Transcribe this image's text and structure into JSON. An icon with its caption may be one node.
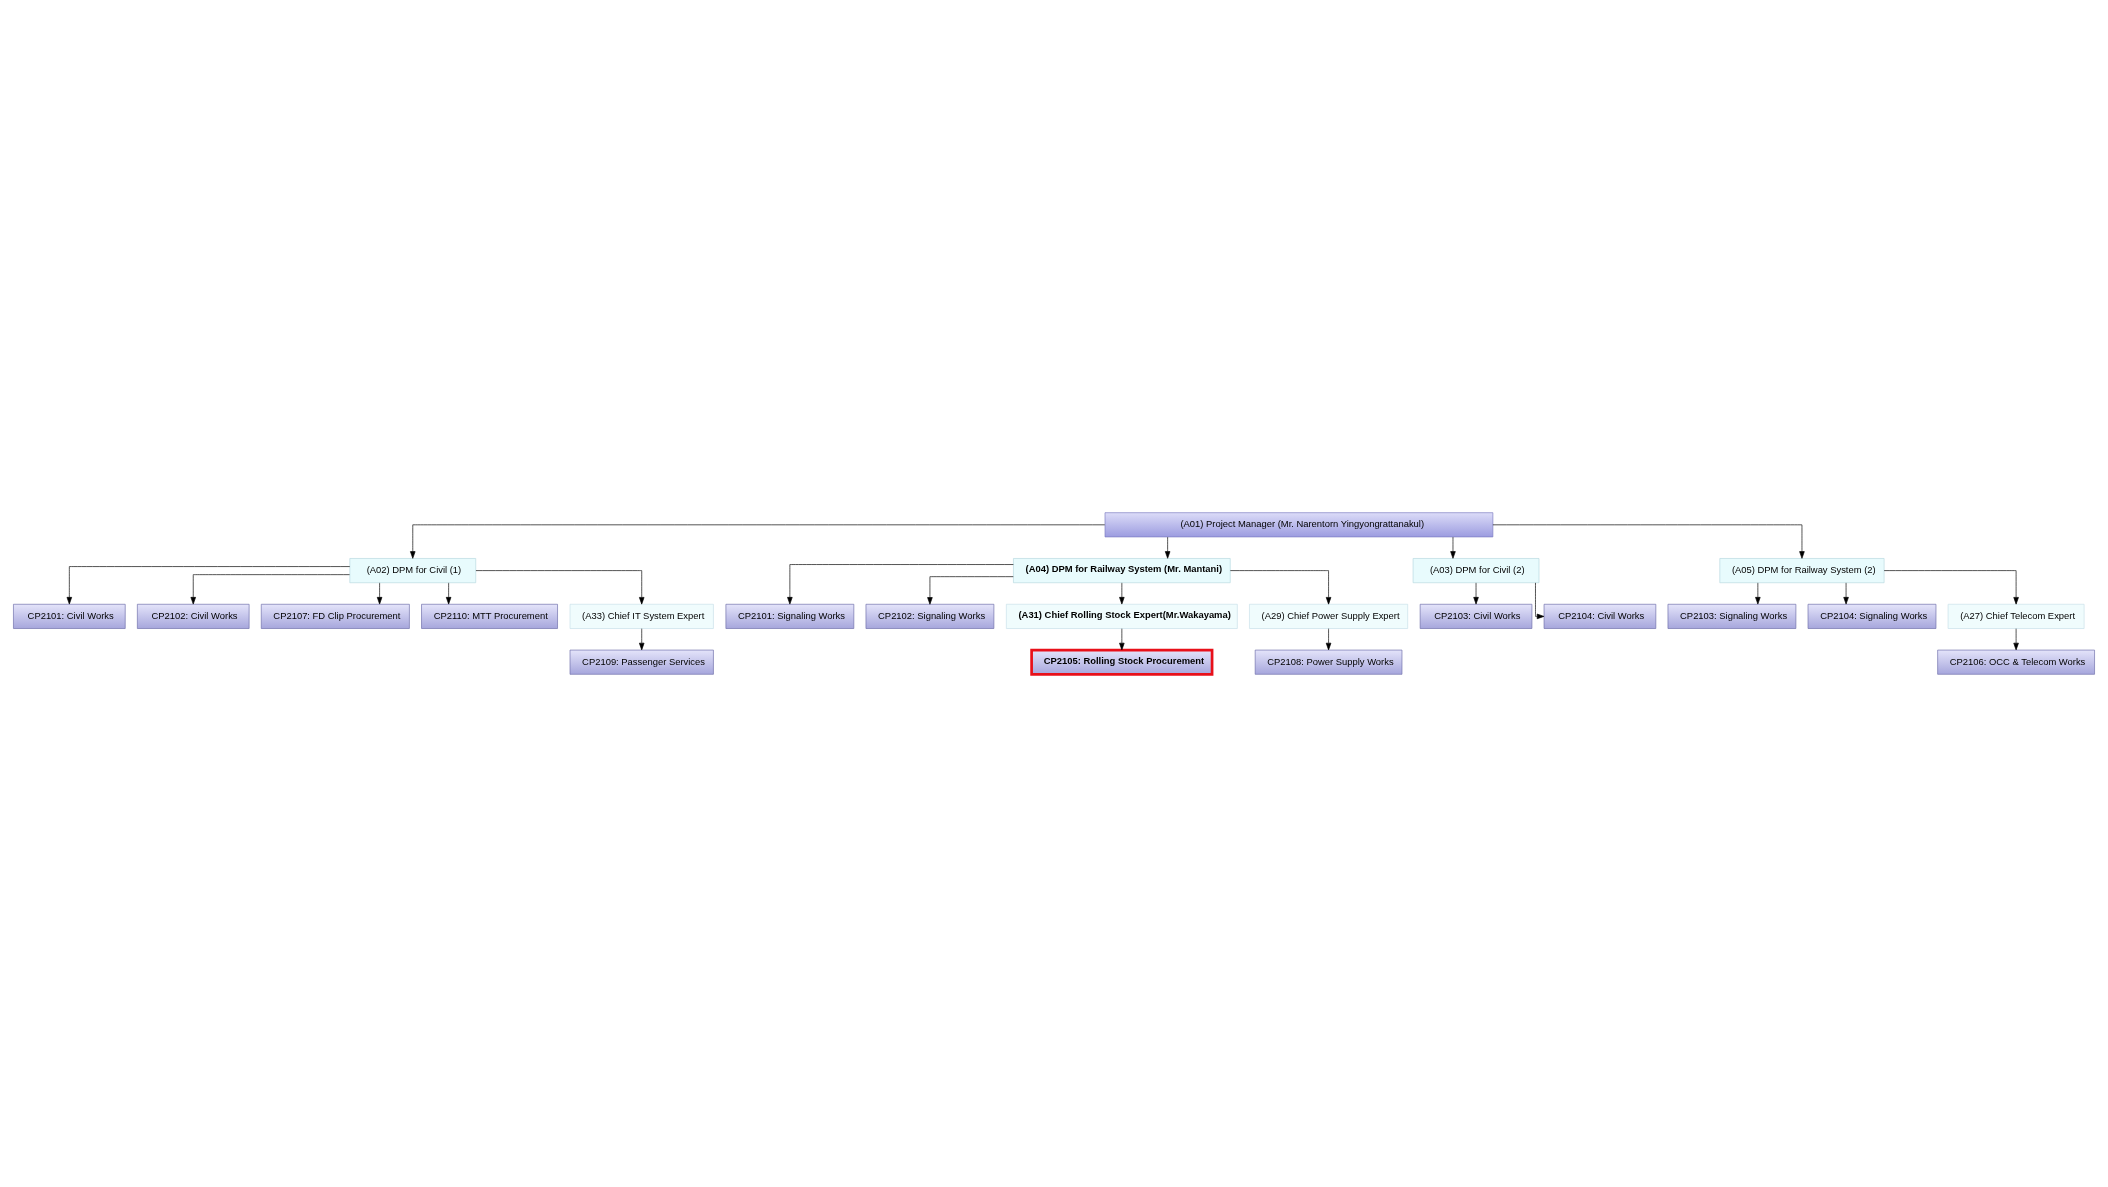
{
  "diagram": {
    "nodes": [
      {
        "text": [
          "(A01) Project Manager (Mr. Narentorn Yingyongrattanakul)"
        ]
      },
      {
        "text": [
          "(A02) DPM for Civil (1)"
        ]
      },
      {
        "text": [
          "(A04) DPM for Railway System (Mr. Mantani)"
        ]
      },
      {
        "text": [
          "(A03) DPM for Civil (2)"
        ]
      },
      {
        "text": [
          "(A05) DPM for Railway System (2)"
        ]
      },
      {
        "text": [
          "CP2101: Civil Works"
        ]
      },
      {
        "text": [
          "CP2102: Civil Works"
        ]
      },
      {
        "text": [
          "CP2107: FD Clip Procurement"
        ]
      },
      {
        "text": [
          "CP2110: MTT Procurement"
        ]
      },
      {
        "text": [
          "(A33) Chief IT System Expert"
        ]
      },
      {
        "text": [
          "CP2109: Passenger Services"
        ]
      },
      {
        "text": [
          "CP2101: Signaling Works"
        ]
      },
      {
        "text": [
          "CP2102: Signaling Works"
        ]
      },
      {
        "text": [
          "(A31) Chief Rolling Stock Expert(Mr.Wakayama)"
        ]
      },
      {
        "text": [
          "CP2105: Rolling Stock Procurement"
        ]
      },
      {
        "text": [
          "(A29) Chief Power Supply Expert"
        ]
      },
      {
        "text": [
          "CP2108: Power Supply Works"
        ]
      },
      {
        "text": [
          "CP2103: Civil Works"
        ]
      },
      {
        "text": [
          "CP2104: Civil Works"
        ]
      },
      {
        "text": [
          "CP2103: Signaling Works"
        ]
      },
      {
        "text": [
          "CP2104: Signaling Works"
        ]
      },
      {
        "text": [
          "(A27) Chief Telecom Expert"
        ]
      },
      {
        "text": [
          "CP2106: OCC & Telecom Works"
        ]
      }
    ],
    "edges": [
      {
        "from": 0,
        "to": 1,
        "arrow": "to"
      },
      {
        "from": 0,
        "to": 2,
        "arrow": "to"
      },
      {
        "from": 0,
        "to": 3,
        "arrow": "to"
      },
      {
        "from": 0,
        "to": 4,
        "arrow": "to"
      },
      {
        "from": 1,
        "to": 5,
        "arrow": "to"
      },
      {
        "from": 1,
        "to": 6,
        "arrow": "to"
      },
      {
        "from": 1,
        "to": 7,
        "arrow": "to"
      },
      {
        "from": 1,
        "to": 8,
        "arrow": "to"
      },
      {
        "from": 1,
        "to": 9,
        "arrow": "to"
      },
      {
        "from": 9,
        "to": 10,
        "arrow": "to"
      },
      {
        "from": 2,
        "to": 11,
        "arrow": "to"
      },
      {
        "from": 2,
        "to": 12,
        "arrow": "to"
      },
      {
        "from": 2,
        "to": 13,
        "arrow": "to"
      },
      {
        "from": 13,
        "to": 14,
        "arrow": "to"
      },
      {
        "from": 2,
        "to": 15,
        "arrow": "to"
      },
      {
        "from": 15,
        "to": 16,
        "arrow": "to"
      },
      {
        "from": 3,
        "to": 17,
        "arrow": "to"
      },
      {
        "from": 3,
        "to": 18,
        "arrow": "to"
      },
      {
        "from": 4,
        "to": 19,
        "arrow": "to"
      },
      {
        "from": 4,
        "to": 20,
        "arrow": "to"
      },
      {
        "from": 4,
        "to": 21,
        "arrow": "to"
      },
      {
        "from": 21,
        "to": 22,
        "arrow": "to"
      }
    ]
  }
}
